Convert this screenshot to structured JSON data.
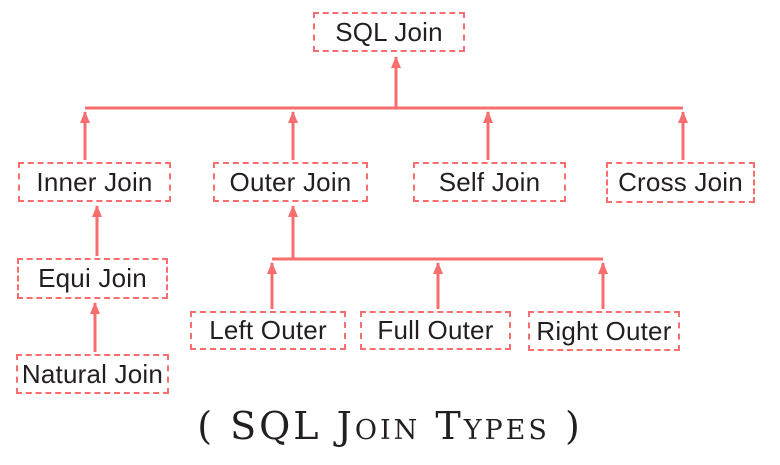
{
  "diagram": {
    "caption": "( SQL Join Types )",
    "nodes": [
      {
        "id": "sql-join",
        "label": "SQL Join"
      },
      {
        "id": "inner-join",
        "label": "Inner Join"
      },
      {
        "id": "outer-join",
        "label": "Outer Join"
      },
      {
        "id": "self-join",
        "label": "Self Join"
      },
      {
        "id": "cross-join",
        "label": "Cross Join"
      },
      {
        "id": "equi-join",
        "label": "Equi Join"
      },
      {
        "id": "natural-join",
        "label": "Natural Join"
      },
      {
        "id": "left-outer",
        "label": "Left Outer"
      },
      {
        "id": "full-outer",
        "label": "Full Outer"
      },
      {
        "id": "right-outer",
        "label": "Right Outer"
      }
    ],
    "hierarchy": [
      {
        "child": "Inner Join",
        "parent": "SQL Join"
      },
      {
        "child": "Outer Join",
        "parent": "SQL Join"
      },
      {
        "child": "Self Join",
        "parent": "SQL Join"
      },
      {
        "child": "Cross Join",
        "parent": "SQL Join"
      },
      {
        "child": "Equi Join",
        "parent": "Inner Join"
      },
      {
        "child": "Natural Join",
        "parent": "Equi Join"
      },
      {
        "child": "Left Outer",
        "parent": "Outer Join"
      },
      {
        "child": "Full Outer",
        "parent": "Outer Join"
      },
      {
        "child": "Right Outer",
        "parent": "Outer Join"
      }
    ],
    "arrow_direction": "child-to-parent (arrowheads point upward)",
    "colors": {
      "line": "#F86D6D",
      "text": "#231F20",
      "background": "#FFFFFF"
    }
  }
}
